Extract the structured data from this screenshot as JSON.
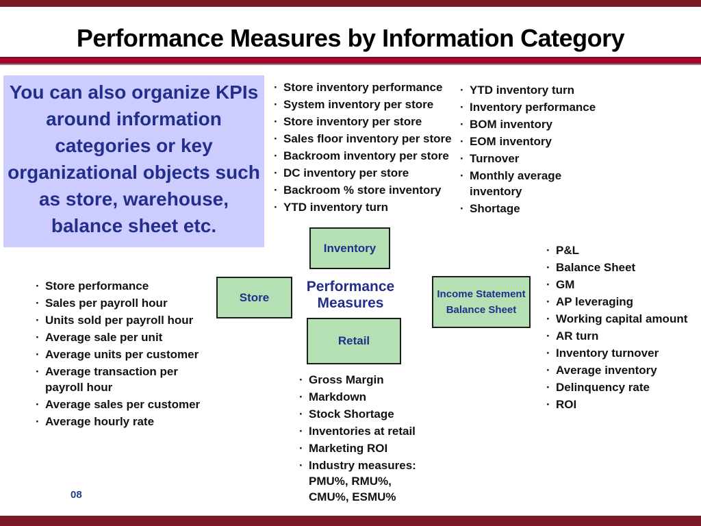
{
  "slide": {
    "title": "Performance Measures by Information Category",
    "page_number": "08"
  },
  "intro_box": {
    "text": "You can also organize KPIs\naround information\ncategories or key\norganizational objects such\nas store, warehouse,\nbalance sheet etc."
  },
  "diagram": {
    "center_label": "Performance\nMeasures",
    "nodes": {
      "inventory": "Inventory",
      "store": "Store",
      "retail": "Retail",
      "income": "Income Statement\nBalance Sheet"
    }
  },
  "lists": {
    "store_inventory": {
      "items": [
        "Store inventory performance",
        "System inventory per store",
        "Store inventory per store",
        "Sales floor inventory per store",
        "Backroom inventory per store",
        "DC inventory per store",
        "Backroom % store inventory",
        "YTD inventory turn"
      ]
    },
    "inventory_category": {
      "items": [
        "YTD inventory turn",
        "Inventory performance",
        "BOM inventory",
        "EOM inventory",
        "Turnover",
        "Monthly average\ninventory",
        "Shortage"
      ]
    },
    "store_measures": {
      "items": [
        "Store performance",
        "Sales per payroll hour",
        "Units sold per payroll hour",
        "Average sale per unit",
        "Average units per customer",
        "Average transaction per\npayroll hour",
        "Average sales per customer",
        "Average hourly rate"
      ]
    },
    "financial_measures": {
      "items": [
        "P&L",
        "Balance Sheet",
        "GM",
        "AP leveraging",
        "Working capital amount",
        "AR turn",
        "Inventory turnover",
        "Average inventory",
        "Delinquency rate",
        "ROI"
      ]
    },
    "retail_measures": {
      "items": [
        "Gross Margin",
        "Markdown",
        "Stock Shortage",
        "Inventories at retail",
        "Marketing ROI",
        "Industry measures:\nPMU%, RMU%,\nCMU%, ESMU%"
      ]
    }
  },
  "colors": {
    "accent_maroon": "#7a1a27",
    "title_rule_red": "#a5082c",
    "intro_box_purple": "#ccccff",
    "node_green": "#b5e0b3",
    "navy_text": "#232e8c"
  }
}
